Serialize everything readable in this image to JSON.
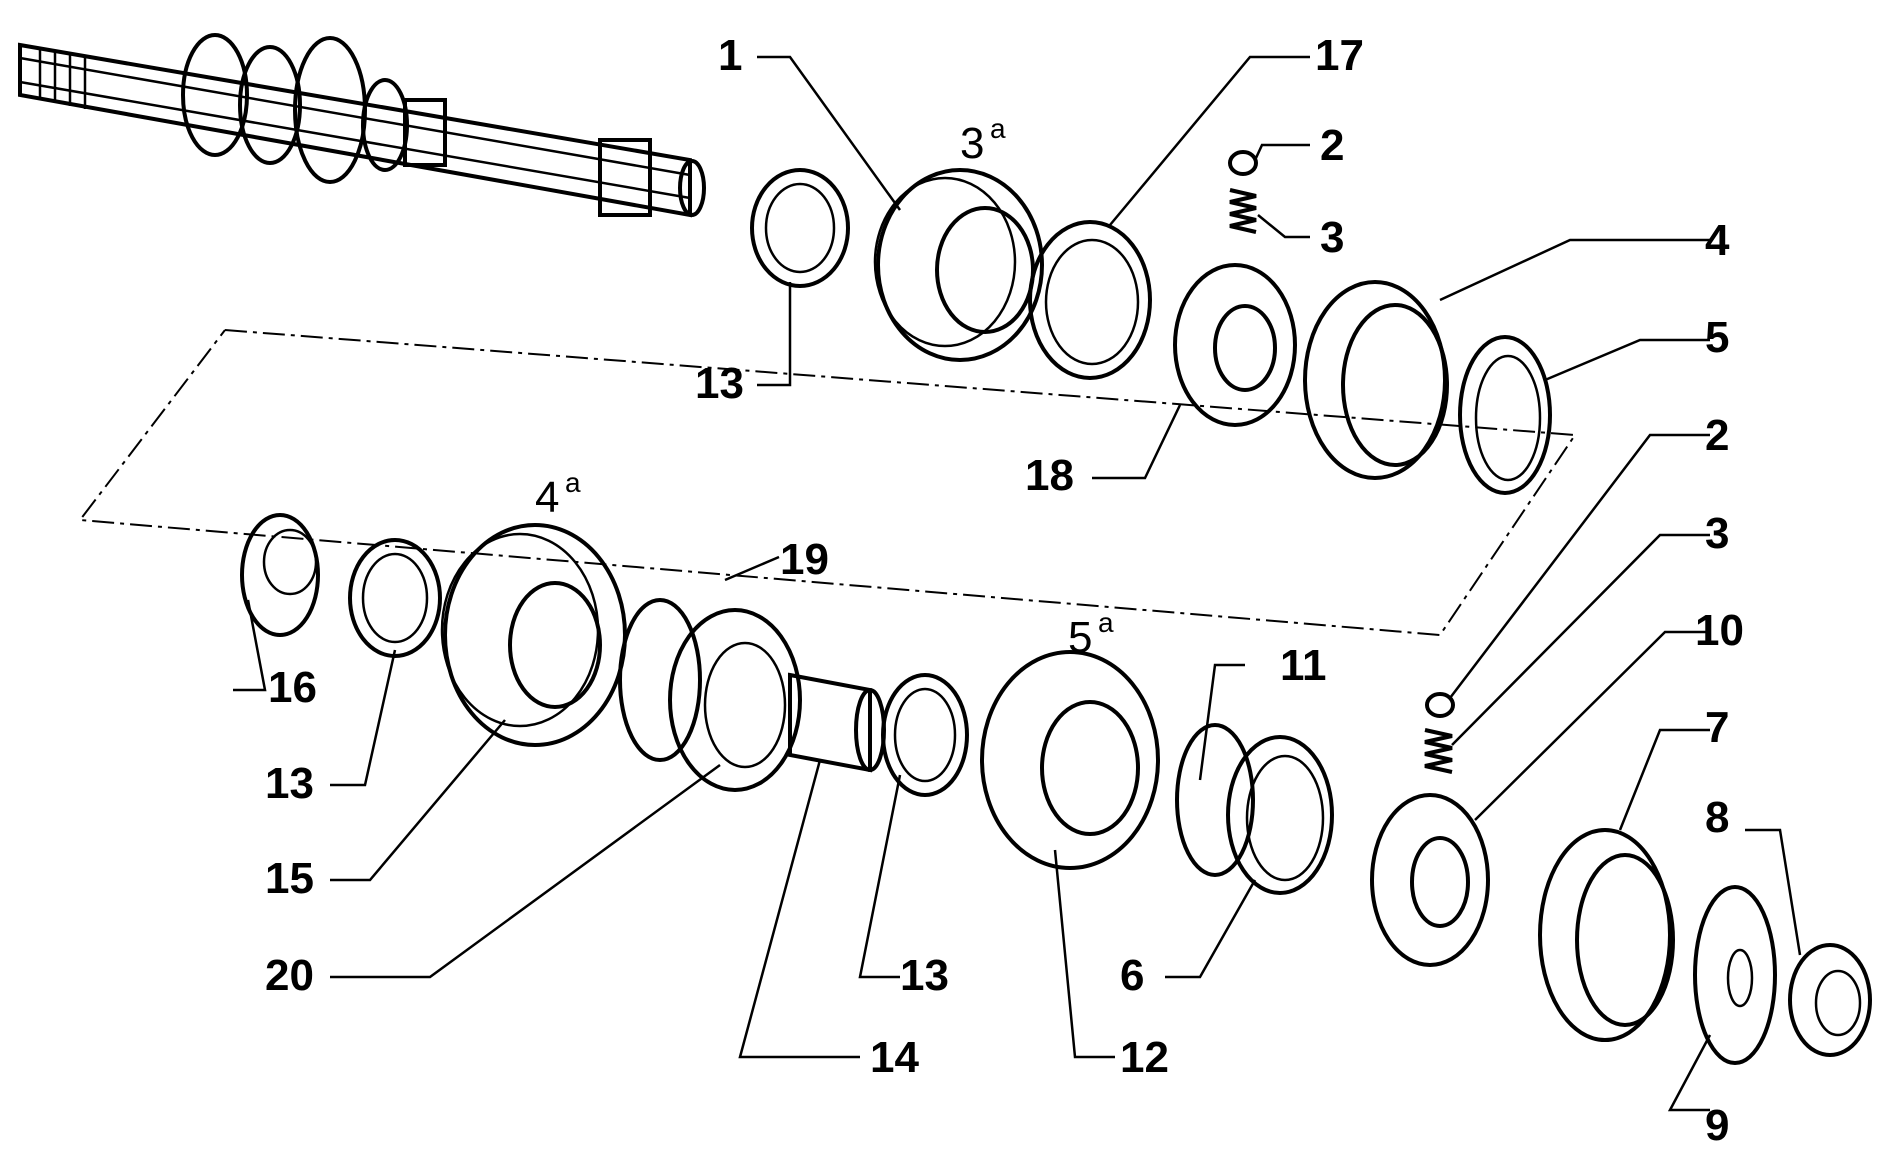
{
  "gear_labels": {
    "third": "3",
    "third_sup": "a",
    "fourth": "4",
    "fourth_sup": "a",
    "fifth": "5",
    "fifth_sup": "a"
  },
  "callouts": [
    "1",
    "17",
    "2",
    "3",
    "4",
    "5",
    "13",
    "18",
    "2",
    "3",
    "10",
    "7",
    "8",
    "9",
    "19",
    "16",
    "13",
    "15",
    "20",
    "14",
    "13",
    "12",
    "6",
    "11"
  ]
}
